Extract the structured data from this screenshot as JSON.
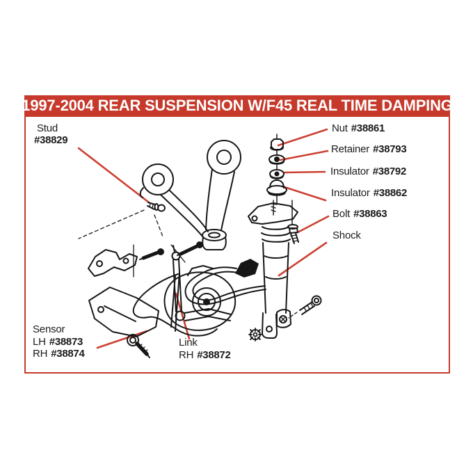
{
  "header": {
    "title": "1997-2004 REAR SUSPENSION W/F45 REAL TIME DAMPING"
  },
  "colors": {
    "accent_red": "#c6392b",
    "leader_red": "#cb4031",
    "line_black": "#161616",
    "title_text": "#ffffff"
  },
  "labels": {
    "stud": {
      "name": "Stud",
      "part": "#38829"
    },
    "nut": {
      "name": "Nut",
      "part": "#38861"
    },
    "retainer": {
      "name": "Retainer",
      "part": "#38793"
    },
    "insulator_upper": {
      "name": "Insulator",
      "part": "#38792"
    },
    "insulator_lower": {
      "name": "Insulator",
      "part": "#38862"
    },
    "bolt": {
      "name": "Bolt",
      "part": "#38863"
    },
    "shock": {
      "name": "Shock"
    },
    "sensor": {
      "name": "Sensor",
      "lh_label": "LH",
      "lh_part": "#38873",
      "rh_label": "RH",
      "rh_part": "#38874"
    },
    "link": {
      "name": "Link",
      "rh_label": "RH",
      "rh_part": "#38872"
    }
  }
}
